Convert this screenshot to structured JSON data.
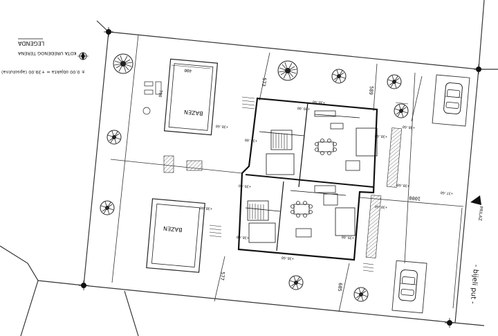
{
  "legend": {
    "title": "LEGENDA",
    "terrain_note": "KOTA UREĐENOG TERENA",
    "zero_note": "± 0.00 objekta = +39.00 (apsolutna)"
  },
  "labels": {
    "pool_top": "BAZEN",
    "pool_bottom": "BAZEN",
    "access_road": "- bijeli put -",
    "entrance": "PRILAZ"
  },
  "dimensions": {
    "pool_width": "400",
    "pool_length": "700",
    "dim_573": "573",
    "dim_589": "589",
    "dim_577": "577",
    "dim_605": "605",
    "dim_1000": "1000"
  },
  "levels": {
    "l1": "+38.60",
    "l2": "+38.60",
    "l3": "+39.00",
    "l4": "+38.60",
    "l5": "+38.60",
    "l6": "+37.60",
    "l7": "+38.60",
    "l8": "+38.60",
    "l9": "+39.00",
    "l10": "+38.00",
    "l11": "+39.00",
    "l12": "+38.60",
    "l13": "+38.00",
    "l14": "+39.00"
  },
  "icons": {
    "north_arrow": "north-arrow-icon",
    "entrance_arrow": "entrance-arrow-icon",
    "survey_marker": "survey-marker-icon",
    "tree": "tree-icon",
    "car": "car-icon"
  },
  "colors": {
    "ink": "#111111",
    "line": "#333333",
    "hatch": "#555555"
  }
}
